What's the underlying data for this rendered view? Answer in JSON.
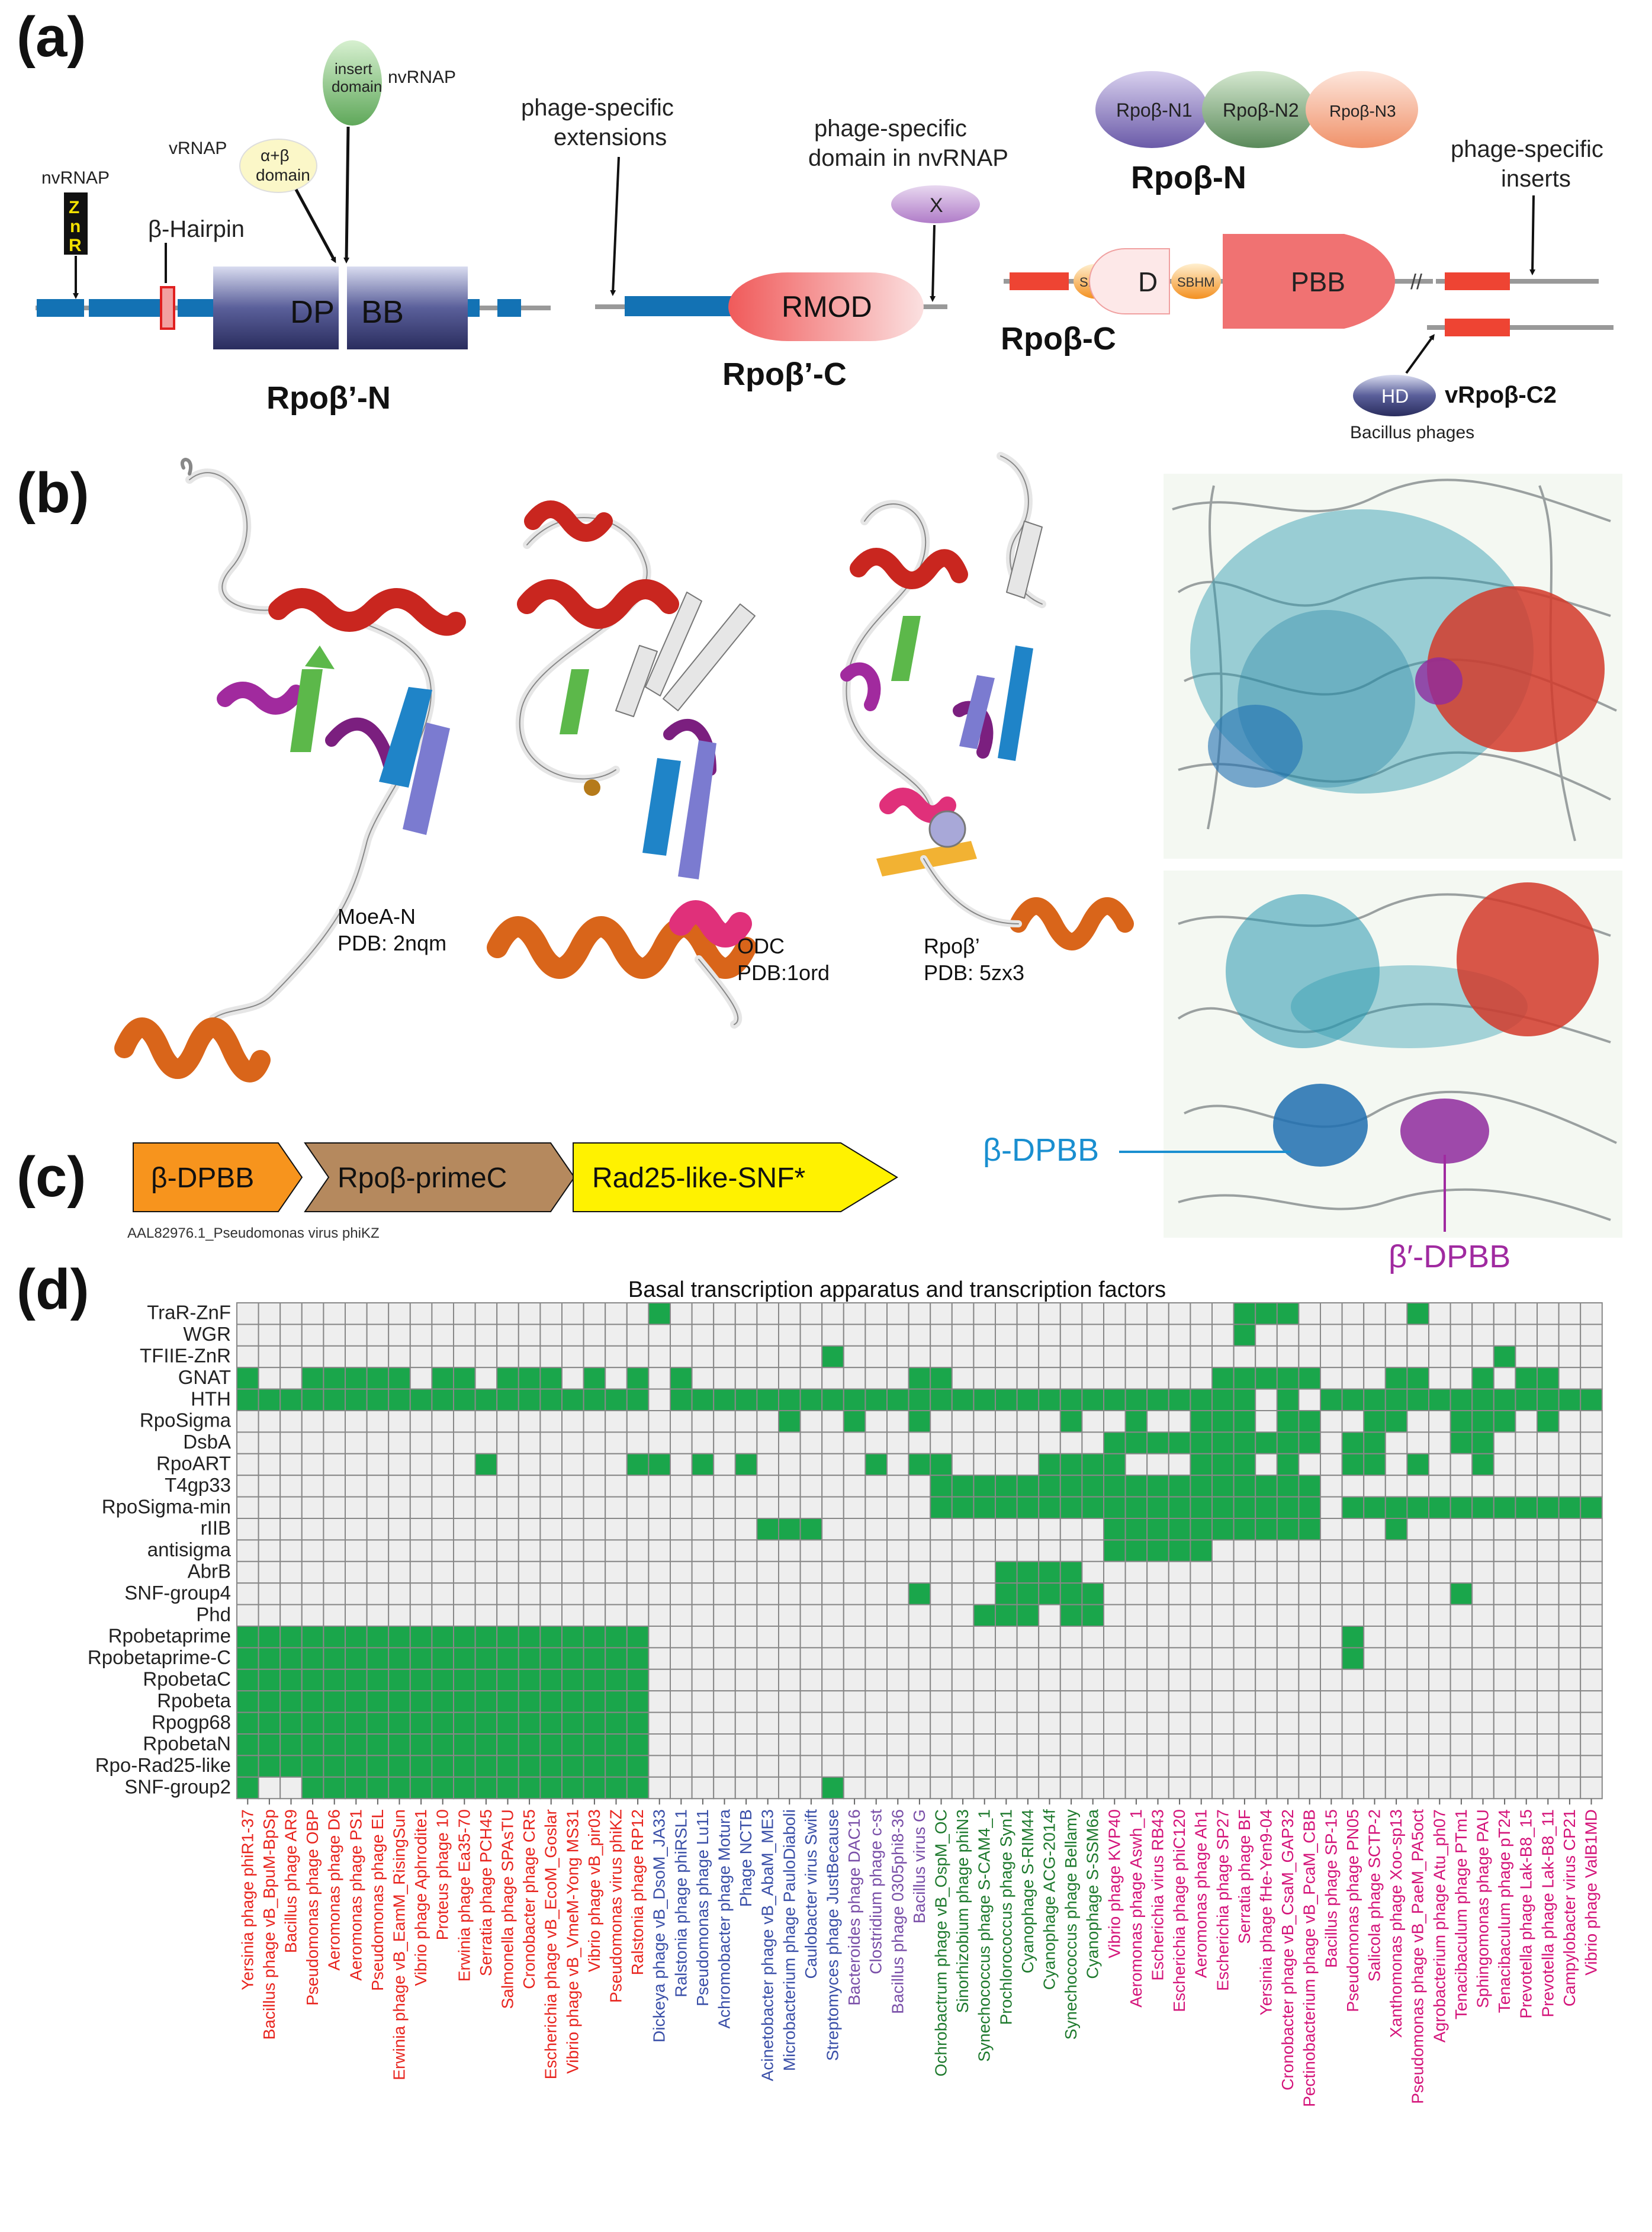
{
  "panels": {
    "a": "(a)",
    "b": "(b)",
    "c": "(c)",
    "d": "(d)"
  },
  "panel_a": {
    "nvrnap_left": "nvRNAP",
    "znr_z": "Z",
    "znr_n": "n",
    "znr_r": "R",
    "hairpin": "β-Hairpin",
    "vrnap": "vRNAP",
    "ab_domain_1": "α+β",
    "ab_domain_2": "domain",
    "insert_domain_1": "insert",
    "insert_domain_2": "domain",
    "nvrnap_insert": "nvRNAP",
    "dp": "DP",
    "bb": "BB",
    "rpobprime_n": "Rpoβ’-N",
    "ext_1": "phage-specific",
    "ext_2": "extensions",
    "psd_1": "phage-specific",
    "psd_2": "domain in nvRNAP",
    "x": "X",
    "rmod": "RMOD",
    "rpobprime_c": "Rpoβ’-C",
    "n1": "Rpoβ-N1",
    "n2": "Rpoβ-N2",
    "n3": "Rpoβ-N3",
    "rpob_n": "Rpoβ-N",
    "ins_1": "phage-specific",
    "ins_2": "inserts",
    "sbhm": "SBHM",
    "d": "D",
    "pbb": "PBB",
    "rpob_c": "Rpoβ-C",
    "hd": "HD",
    "vrpob_c2": "vRpoβ-C2",
    "bacillus": "Bacillus phages"
  },
  "panel_b": {
    "s1_name": "MoeA-N",
    "s1_pdb": "PDB: 2nqm",
    "s2_name": "ODC",
    "s2_pdb": "PDB:1ord",
    "s3_name": "Rpoβ’",
    "s3_pdb": "PDB: 5zx3",
    "b_dpbb": "β-DPBB",
    "bp_dpbb": "β′-DPBB"
  },
  "panel_c": {
    "gene1": "β-DPBB",
    "gene2": "Rpoβ-primeC",
    "gene3": "Rad25-like-SNF*",
    "caption": "AAL82976.1_Pseudomonas virus phiKZ",
    "colors": {
      "gene1": "#f7941d",
      "gene2": "#b5895e",
      "gene3": "#fff200"
    }
  },
  "chart_data": {
    "type": "heatmap",
    "title": "Basal transcription apparatus and transcription factors",
    "colors": {
      "present": "#1aa64b",
      "absent": "#eeeeee",
      "grid": "#888888"
    },
    "rows": [
      "TraR-ZnF",
      "WGR",
      "TFIIE-ZnR",
      "GNAT",
      "HTH",
      "RpoSigma",
      "DsbA",
      "RpoART",
      "T4gp33",
      "RpoSigma-min",
      "rIIB",
      "antisigma",
      "AbrB",
      "SNF-group4",
      "Phd",
      "Rpobetaprime",
      "Rpobetaprime-C",
      "RpobetaC",
      "Rpobeta",
      "Rpogp68",
      "RpobetaN",
      "Rpo-Rad25-like",
      "SNF-group2"
    ],
    "columns": [
      {
        "name": "Yersinia phage phiR1-37",
        "color": "#e8251f"
      },
      {
        "name": "Bacillus phage vB_BpuM-BpSp",
        "color": "#e8251f"
      },
      {
        "name": "Bacillus phage AR9",
        "color": "#e8251f"
      },
      {
        "name": "Pseudomonas phage OBP",
        "color": "#e8251f"
      },
      {
        "name": "Aeromonas phage D6",
        "color": "#e8251f"
      },
      {
        "name": "Aeromonas phage PS1",
        "color": "#e8251f"
      },
      {
        "name": "Pseudomonas phage EL",
        "color": "#e8251f"
      },
      {
        "name": "Erwinia phage vB_EamM_RisingSun",
        "color": "#e8251f"
      },
      {
        "name": "Vibrio phage Aphrodite1",
        "color": "#e8251f"
      },
      {
        "name": "Proteus phage 10",
        "color": "#e8251f"
      },
      {
        "name": "Erwinia phage Ea35-70",
        "color": "#e8251f"
      },
      {
        "name": "Serratia phage PCH45",
        "color": "#e8251f"
      },
      {
        "name": "Salmonella phage SPAsTU",
        "color": "#e8251f"
      },
      {
        "name": "Cronobacter phage CR5",
        "color": "#e8251f"
      },
      {
        "name": "Escherichia phage vB_EcoM_Goslar",
        "color": "#e8251f"
      },
      {
        "name": "Vibrio phage vB_VmeM-Yong MS31",
        "color": "#e8251f"
      },
      {
        "name": "Vibrio phage vB_pir03",
        "color": "#e8251f"
      },
      {
        "name": "Pseudomonas virus phiKZ",
        "color": "#e8251f"
      },
      {
        "name": "Ralstonia phage RP12",
        "color": "#e8251f"
      },
      {
        "name": "Dickeya phage vB_DsoM_JA33",
        "color": "#3a4fa8"
      },
      {
        "name": "Ralstonia phage phiRSL1",
        "color": "#3a4fa8"
      },
      {
        "name": "Pseudomonas phage Lu11",
        "color": "#3a4fa8"
      },
      {
        "name": "Achromobacter phage Motura",
        "color": "#3a4fa8"
      },
      {
        "name": "Phage NCTB",
        "color": "#3a4fa8"
      },
      {
        "name": "Acinetobacter phage vB_AbaM_ME3",
        "color": "#3a4fa8"
      },
      {
        "name": "Microbacterium phage PauloDiaboli",
        "color": "#3a4fa8"
      },
      {
        "name": "Caulobacter virus Swift",
        "color": "#3a4fa8"
      },
      {
        "name": "Streptomyces phage JustBecause",
        "color": "#3a4fa8"
      },
      {
        "name": "Bacteroides phage DAC16",
        "color": "#7a4fa8"
      },
      {
        "name": "Clostridium phage c-st",
        "color": "#7a4fa8"
      },
      {
        "name": "Bacillus phage 0305phi8-36",
        "color": "#7a4fa8"
      },
      {
        "name": "Bacillus virus G",
        "color": "#7a4fa8"
      },
      {
        "name": "Ochrobactrum phage vB_OspM_OC",
        "color": "#1f7a2e"
      },
      {
        "name": "Sinorhizobium phage phiN3",
        "color": "#1f7a2e"
      },
      {
        "name": "Synechococcus phage S-CAM4_1",
        "color": "#1f7a2e"
      },
      {
        "name": "Prochlorococcus phage Syn1",
        "color": "#1f7a2e"
      },
      {
        "name": "Cyanophage S-RIM44",
        "color": "#1f7a2e"
      },
      {
        "name": "Cyanophage ACG-2014f",
        "color": "#1f7a2e"
      },
      {
        "name": "Synechococcus phage Bellamy",
        "color": "#1f7a2e"
      },
      {
        "name": "Cyanophage S-SSM6a",
        "color": "#1f7a2e"
      },
      {
        "name": "Vibrio phage KVP40",
        "color": "#d4147a"
      },
      {
        "name": "Aeromonas phage Aswh_1",
        "color": "#d4147a"
      },
      {
        "name": "Escherichia virus RB43",
        "color": "#d4147a"
      },
      {
        "name": "Escherichia phage phiC120",
        "color": "#d4147a"
      },
      {
        "name": "Aeromonas phage Ah1",
        "color": "#d4147a"
      },
      {
        "name": "Escherichia phage SP27",
        "color": "#d4147a"
      },
      {
        "name": "Serratia phage BF",
        "color": "#d4147a"
      },
      {
        "name": "Yersinia phage fHe-Yen9-04",
        "color": "#d4147a"
      },
      {
        "name": "Cronobacter phage vB_CsaM_GAP32",
        "color": "#d4147a"
      },
      {
        "name": "Pectinobacterium phage vB_PcaM_CBB",
        "color": "#d4147a"
      },
      {
        "name": "Bacillus phage SP-15",
        "color": "#d4147a"
      },
      {
        "name": "Pseudomonas phage PN05",
        "color": "#d4147a"
      },
      {
        "name": "Salicola phage SCTP-2",
        "color": "#d4147a"
      },
      {
        "name": "Xanthomonas phage Xoo-sp13",
        "color": "#d4147a"
      },
      {
        "name": "Pseudomonas phage vB_PaeM_PA5oct",
        "color": "#d4147a"
      },
      {
        "name": "Agrobacterium phage Atu_ph07",
        "color": "#d4147a"
      },
      {
        "name": "Tenacibaculum phage PTm1",
        "color": "#d4147a"
      },
      {
        "name": "Sphingomonas phage PAU",
        "color": "#d4147a"
      },
      {
        "name": "Tenacibaculum phage pT24",
        "color": "#d4147a"
      },
      {
        "name": "Prevotella phage Lak-B8_15",
        "color": "#d4147a"
      },
      {
        "name": "Prevotella phage Lak-B8_11",
        "color": "#d4147a"
      },
      {
        "name": "Campylobacter virus CP21",
        "color": "#d4147a"
      },
      {
        "name": "Vibrio phage ValB1MD",
        "color": "#d4147a"
      }
    ],
    "present": {
      "TraR-ZnF": [
        19,
        46,
        47,
        48,
        54
      ],
      "WGR": [
        46
      ],
      "TFIIE-ZnR": [
        27,
        58
      ],
      "GNAT": [
        0,
        3,
        4,
        5,
        6,
        7,
        9,
        10,
        12,
        13,
        14,
        16,
        18,
        20,
        31,
        32,
        45,
        46,
        47,
        48,
        49,
        53,
        54,
        57,
        59,
        60
      ],
      "HTH": [
        0,
        1,
        2,
        3,
        4,
        5,
        6,
        7,
        8,
        9,
        10,
        11,
        12,
        13,
        14,
        15,
        16,
        17,
        18,
        20,
        21,
        22,
        23,
        24,
        25,
        26,
        27,
        28,
        29,
        30,
        31,
        32,
        33,
        34,
        35,
        36,
        37,
        38,
        39,
        40,
        41,
        42,
        43,
        44,
        45,
        46,
        48,
        50,
        51,
        52,
        53,
        54,
        55,
        56,
        57,
        58,
        59,
        60,
        61,
        62
      ],
      "RpoSigma": [
        25,
        28,
        31,
        38,
        41,
        44,
        45,
        46,
        48,
        49,
        52,
        53,
        56,
        57,
        58,
        60
      ],
      "DsbA": [
        40,
        41,
        42,
        43,
        44,
        45,
        46,
        47,
        48,
        49,
        51,
        52,
        56,
        57
      ],
      "RpoART": [
        11,
        18,
        19,
        21,
        23,
        29,
        31,
        32,
        37,
        38,
        39,
        40,
        44,
        45,
        46,
        48,
        51,
        52,
        54,
        57
      ],
      "T4gp33": [
        32,
        33,
        34,
        35,
        36,
        37,
        38,
        39,
        40,
        41,
        42,
        43,
        44,
        45,
        46,
        47,
        48,
        49
      ],
      "RpoSigma-min": [
        32,
        33,
        34,
        35,
        36,
        37,
        38,
        39,
        40,
        41,
        42,
        43,
        44,
        45,
        46,
        47,
        48,
        49,
        51,
        52,
        53,
        54,
        55,
        56,
        57,
        58,
        59,
        60,
        61,
        62
      ],
      "rIIB": [
        24,
        25,
        26,
        40,
        41,
        42,
        43,
        44,
        45,
        46,
        47,
        48,
        49,
        53
      ],
      "antisigma": [
        40,
        41,
        42,
        43,
        44
      ],
      "AbrB": [
        35,
        36,
        37,
        38
      ],
      "SNF-group4": [
        31,
        35,
        36,
        37,
        38,
        39,
        56
      ],
      "Phd": [
        34,
        35,
        36,
        38,
        39
      ],
      "Rpobetaprime": [
        0,
        1,
        2,
        3,
        4,
        5,
        6,
        7,
        8,
        9,
        10,
        11,
        12,
        13,
        14,
        15,
        16,
        17,
        18,
        51
      ],
      "Rpobetaprime-C": [
        0,
        1,
        2,
        3,
        4,
        5,
        6,
        7,
        8,
        9,
        10,
        11,
        12,
        13,
        14,
        15,
        16,
        17,
        18,
        51
      ],
      "RpobetaC": [
        0,
        1,
        2,
        3,
        4,
        5,
        6,
        7,
        8,
        9,
        10,
        11,
        12,
        13,
        14,
        15,
        16,
        17,
        18
      ],
      "Rpobeta": [
        0,
        1,
        2,
        3,
        4,
        5,
        6,
        7,
        8,
        9,
        10,
        11,
        12,
        13,
        14,
        15,
        16,
        17,
        18
      ],
      "Rpogp68": [
        0,
        1,
        2,
        3,
        4,
        5,
        6,
        7,
        8,
        9,
        10,
        11,
        12,
        13,
        14,
        15,
        16,
        17,
        18
      ],
      "RpobetaN": [
        0,
        1,
        2,
        3,
        4,
        5,
        6,
        7,
        8,
        9,
        10,
        11,
        12,
        13,
        14,
        15,
        16,
        17,
        18
      ],
      "Rpo-Rad25-like": [
        0,
        1,
        2,
        3,
        4,
        5,
        6,
        7,
        8,
        9,
        10,
        11,
        12,
        13,
        14,
        15,
        16,
        17,
        18
      ],
      "SNF-group2": [
        0,
        3,
        4,
        5,
        6,
        7,
        8,
        9,
        10,
        11,
        12,
        13,
        14,
        15,
        16,
        17,
        18,
        27
      ]
    }
  }
}
